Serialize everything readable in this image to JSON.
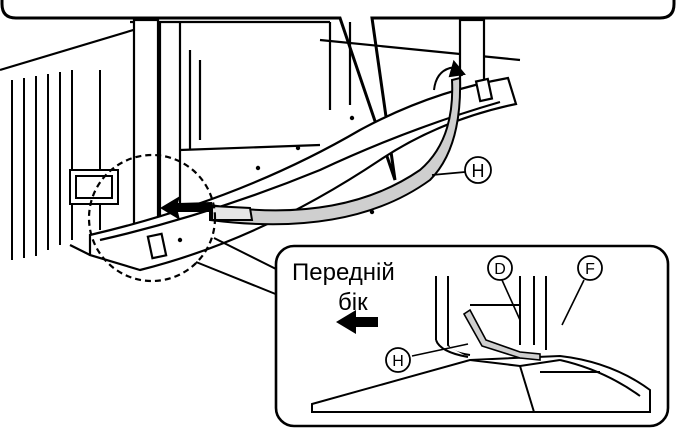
{
  "inset": {
    "side_label_line1": "Передній",
    "side_label_line2": "бік"
  },
  "callouts": {
    "main_cable": "H",
    "inset_cable": "H",
    "inset_part_d": "D",
    "inset_part_f": "F"
  },
  "icons": [
    "arrow-left-icon",
    "curved-arrow-icon",
    "magnifier-circle-icon"
  ]
}
